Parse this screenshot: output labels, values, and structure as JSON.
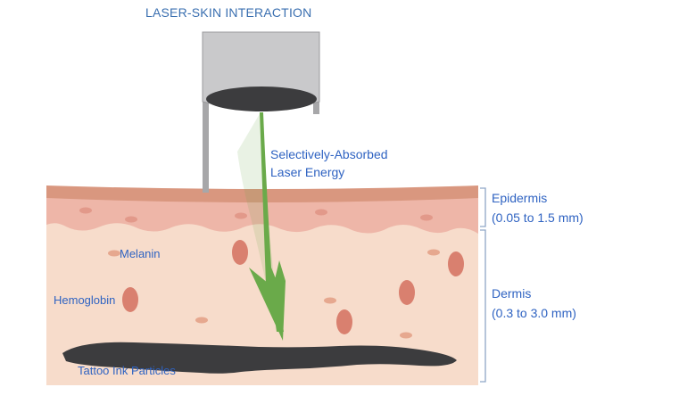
{
  "title": "LASER-SKIN INTERACTION",
  "beam_label": {
    "line1": "Selectively-Absorbed",
    "line2": "Laser Energy"
  },
  "labels": {
    "melanin": "Melanin",
    "hemoglobin": "Hemoglobin",
    "tattoo": "Tattoo Ink Particles"
  },
  "layers": {
    "epidermis": {
      "name": "Epidermis",
      "range": "(0.05 to 1.5 mm)"
    },
    "dermis": {
      "name": "Dermis",
      "range": "(0.3 to 3.0 mm)"
    }
  },
  "colors": {
    "label_text": "#2f63c2",
    "beam": "#6aaa4a",
    "ink": "#3c3c3e",
    "dermis": "#f7dccb",
    "epidermis": "#e9a898",
    "surface": "#d9977f",
    "hemoglobin": "#d9806f",
    "melanin": "#e6a88f"
  }
}
